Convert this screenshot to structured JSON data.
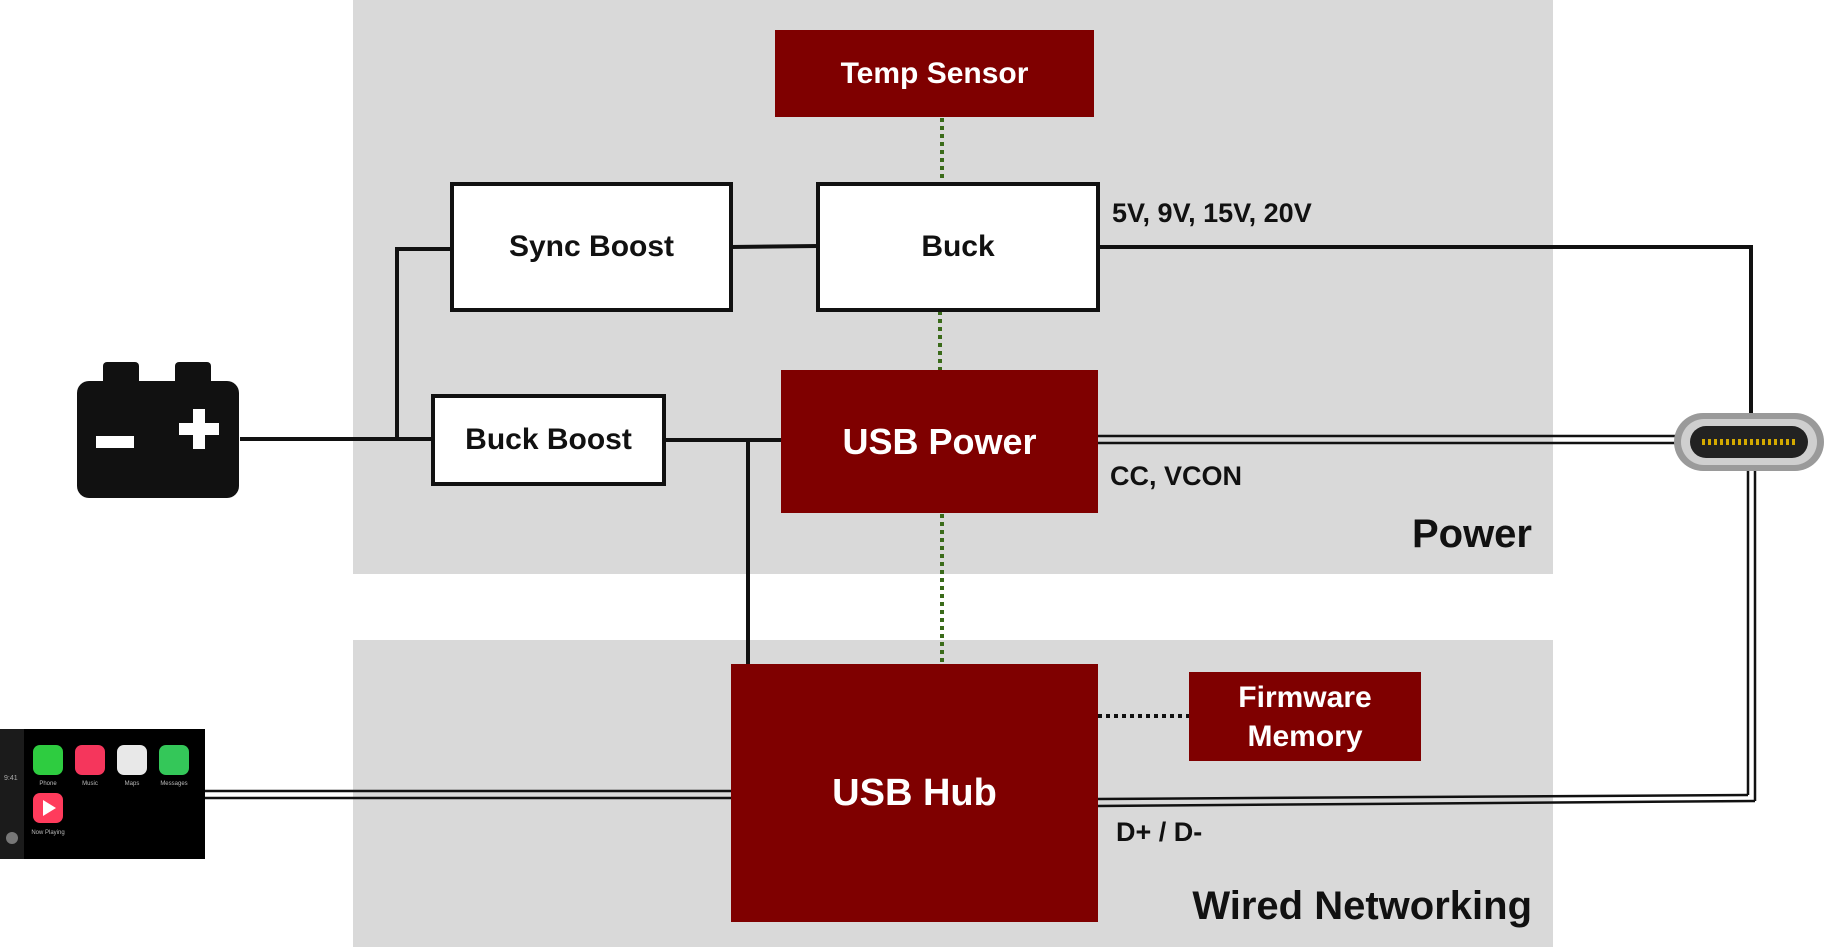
{
  "colors": {
    "region": "#d9d9d9",
    "block_red": "#7f0000",
    "wire": "#111111",
    "dotted_link": "#3a6b1a"
  },
  "regions": {
    "power": "Power",
    "wired_networking": "Wired Networking"
  },
  "blocks": {
    "temp_sensor": "Temp Sensor",
    "sync_boost": "Sync Boost",
    "buck": "Buck",
    "buck_boost": "Buck Boost",
    "usb_power": "USB Power",
    "usb_hub": "USB Hub",
    "firmware_memory": "Firmware Memory"
  },
  "signals": {
    "voltages": "5V, 9V, 15V, 20V",
    "cc_vcon": "CC, VCON",
    "data": "D+ / D-"
  },
  "icons": {
    "battery": "battery-icon",
    "usb_c_connector": "usb-c-connector-icon",
    "carplay_screen": "carplay-screen-icon"
  },
  "carplay": {
    "apps": [
      "Phone",
      "Music",
      "Maps",
      "Messages",
      "Now Playing"
    ],
    "time": "9:41"
  }
}
